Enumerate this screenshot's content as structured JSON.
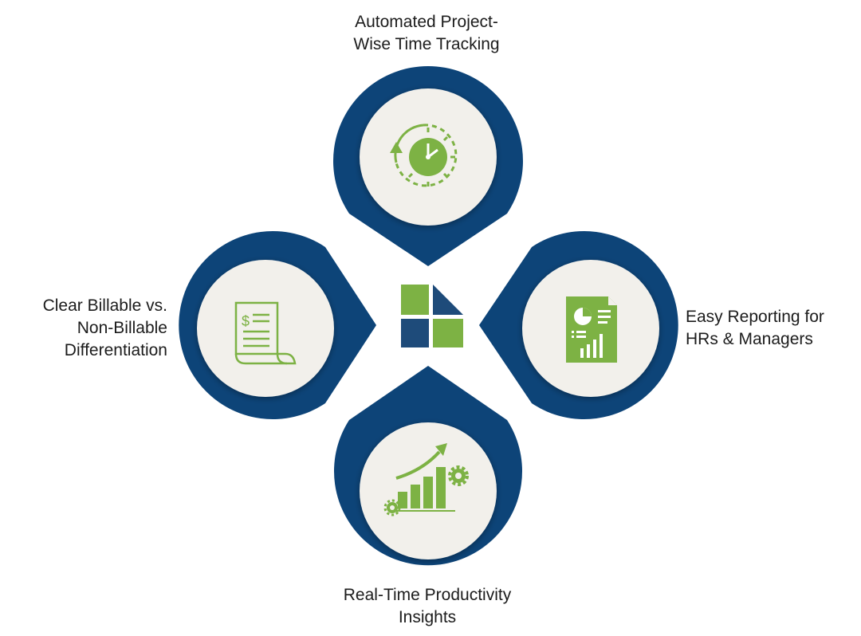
{
  "labels": {
    "top": [
      "Automated Project-",
      "Wise Time Tracking"
    ],
    "left": [
      "Clear Billable vs.",
      "Non-Billable",
      "Differentiation"
    ],
    "right": [
      "Easy Reporting for",
      "HRs & Managers"
    ],
    "bottom": [
      "Real-Time Productivity",
      "Insights"
    ]
  },
  "icons": {
    "top": "clock-cycle-icon",
    "left": "invoice-document-icon",
    "right": "report-chart-icon",
    "bottom": "growth-chart-gears-icon",
    "center": "four-square-logo-icon"
  },
  "colors": {
    "navy": "#0d4478",
    "inner_circle": "#f2f0eb",
    "green": "#7db244",
    "logo_navy": "#1e4b7a"
  }
}
